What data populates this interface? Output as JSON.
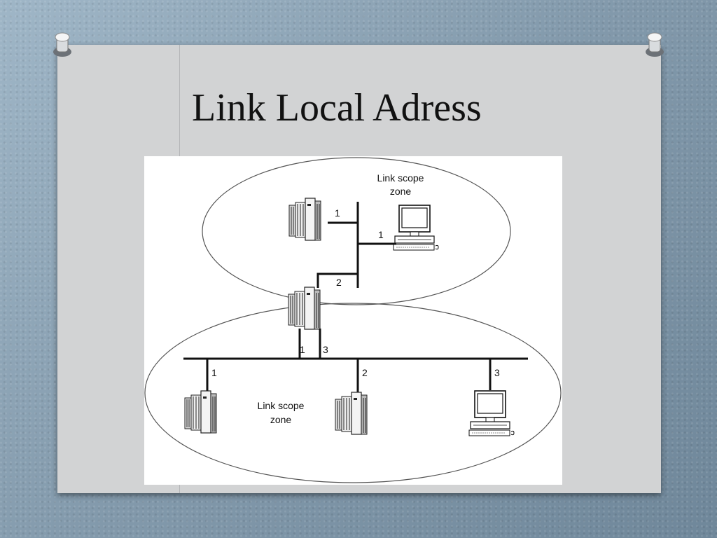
{
  "slide": {
    "title": "Link Local Adress"
  },
  "diagram": {
    "upper_zone": {
      "label_line1": "Link scope",
      "label_line2": "zone"
    },
    "lower_zone": {
      "label_line1": "Link scope",
      "label_line2": "zone"
    },
    "interface_labels": {
      "upper_server": "1",
      "upper_workstation": "1",
      "router_upper": "2",
      "router_lower_a": "1",
      "router_lower_b": "3",
      "lower_server_left": "1",
      "lower_server_mid": "2",
      "lower_workstation": "3"
    }
  }
}
